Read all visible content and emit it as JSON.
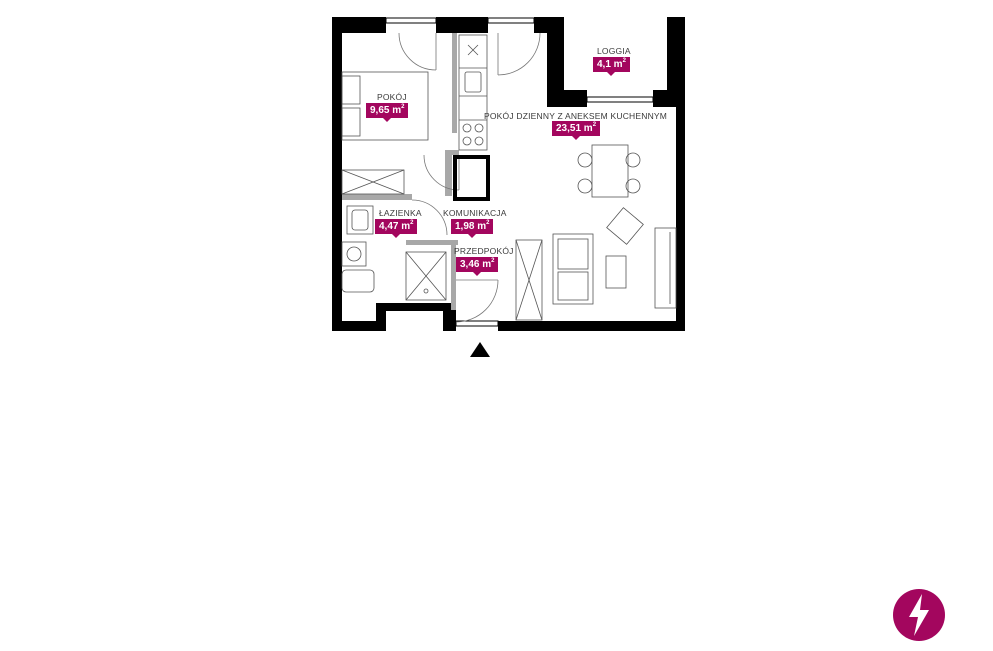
{
  "colors": {
    "accent": "#a3065e",
    "wall": "#000000",
    "partition": "#a8a8a8",
    "fixture": "#555555"
  },
  "rooms": [
    {
      "id": "pokoj",
      "name": "POKÓJ",
      "area": "9,65 m",
      "unit_sup": "2"
    },
    {
      "id": "loggia",
      "name": "LOGGIA",
      "area": "4,1 m",
      "unit_sup": "2"
    },
    {
      "id": "dzienny",
      "name": "POKÓJ DZIENNY Z ANEKSEM KUCHENNYM",
      "area": "23,51 m",
      "unit_sup": "2"
    },
    {
      "id": "lazienka",
      "name": "ŁAZIENKA",
      "area": "4,47 m",
      "unit_sup": "2"
    },
    {
      "id": "komunikacja",
      "name": "KOMUNIKACJA",
      "area": "1,98 m",
      "unit_sup": "2"
    },
    {
      "id": "przedpokoj",
      "name": "PRZEDPOKÓJ",
      "area": "3,46 m",
      "unit_sup": "2"
    }
  ],
  "icons": {
    "entrance": "entrance-arrow-icon",
    "logo": "lightning-logo-icon"
  }
}
